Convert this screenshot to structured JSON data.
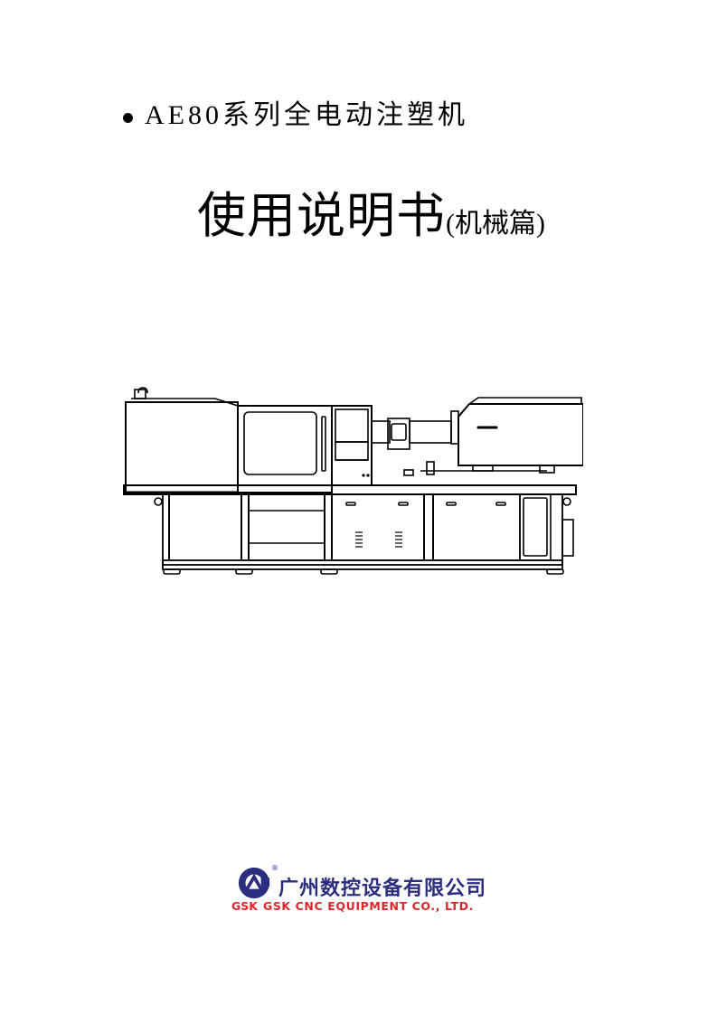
{
  "header": {
    "bullet": "bullet",
    "series_title": "AE80系列全电动注塑机"
  },
  "title": {
    "main": "使用说明书",
    "sub": "(机械篇)"
  },
  "illustration": {
    "subject": "all-electric injection molding machine side elevation line drawing",
    "stroke_color": "#000000"
  },
  "logo": {
    "company_cn": "广州数控设备有限公司",
    "brand_abbr": "GSK",
    "company_en": "GSK CNC EQUIPMENT CO., LTD.",
    "registered_mark": "®",
    "colors": {
      "navy": "#2b2d7e",
      "red": "#e0262a"
    }
  }
}
